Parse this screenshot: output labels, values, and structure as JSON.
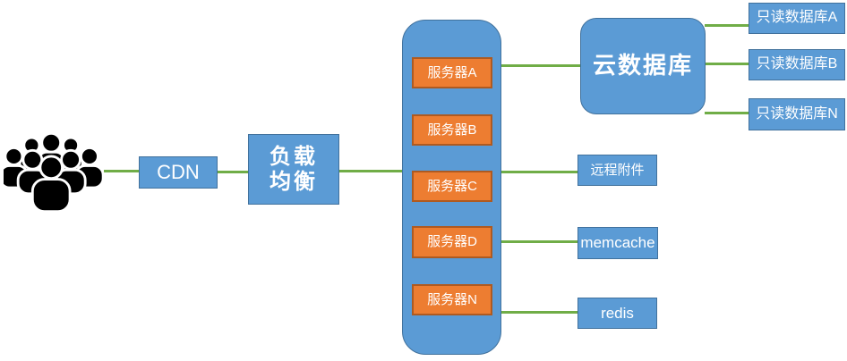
{
  "diagram": {
    "users_icon": "crowd-of-users",
    "cdn_label": "CDN",
    "load_balancer_label": "负载\n均衡",
    "server_cluster": [
      "服务器A",
      "服务器B",
      "服务器C",
      "服务器D",
      "服务器N"
    ],
    "cloud_db_label": "云数据库",
    "read_only_dbs": [
      "只读数据库A",
      "只读数据库B",
      "只读数据库N"
    ],
    "remote_attachment_label": "远程附件",
    "memcache_label": "memcache",
    "redis_label": "redis",
    "colors": {
      "node_fill": "#5B9BD5",
      "node_border": "#41719C",
      "server_fill": "#ED7D31",
      "server_border": "#AE5A21",
      "connector": "#70AD47",
      "users": "#000000"
    }
  }
}
